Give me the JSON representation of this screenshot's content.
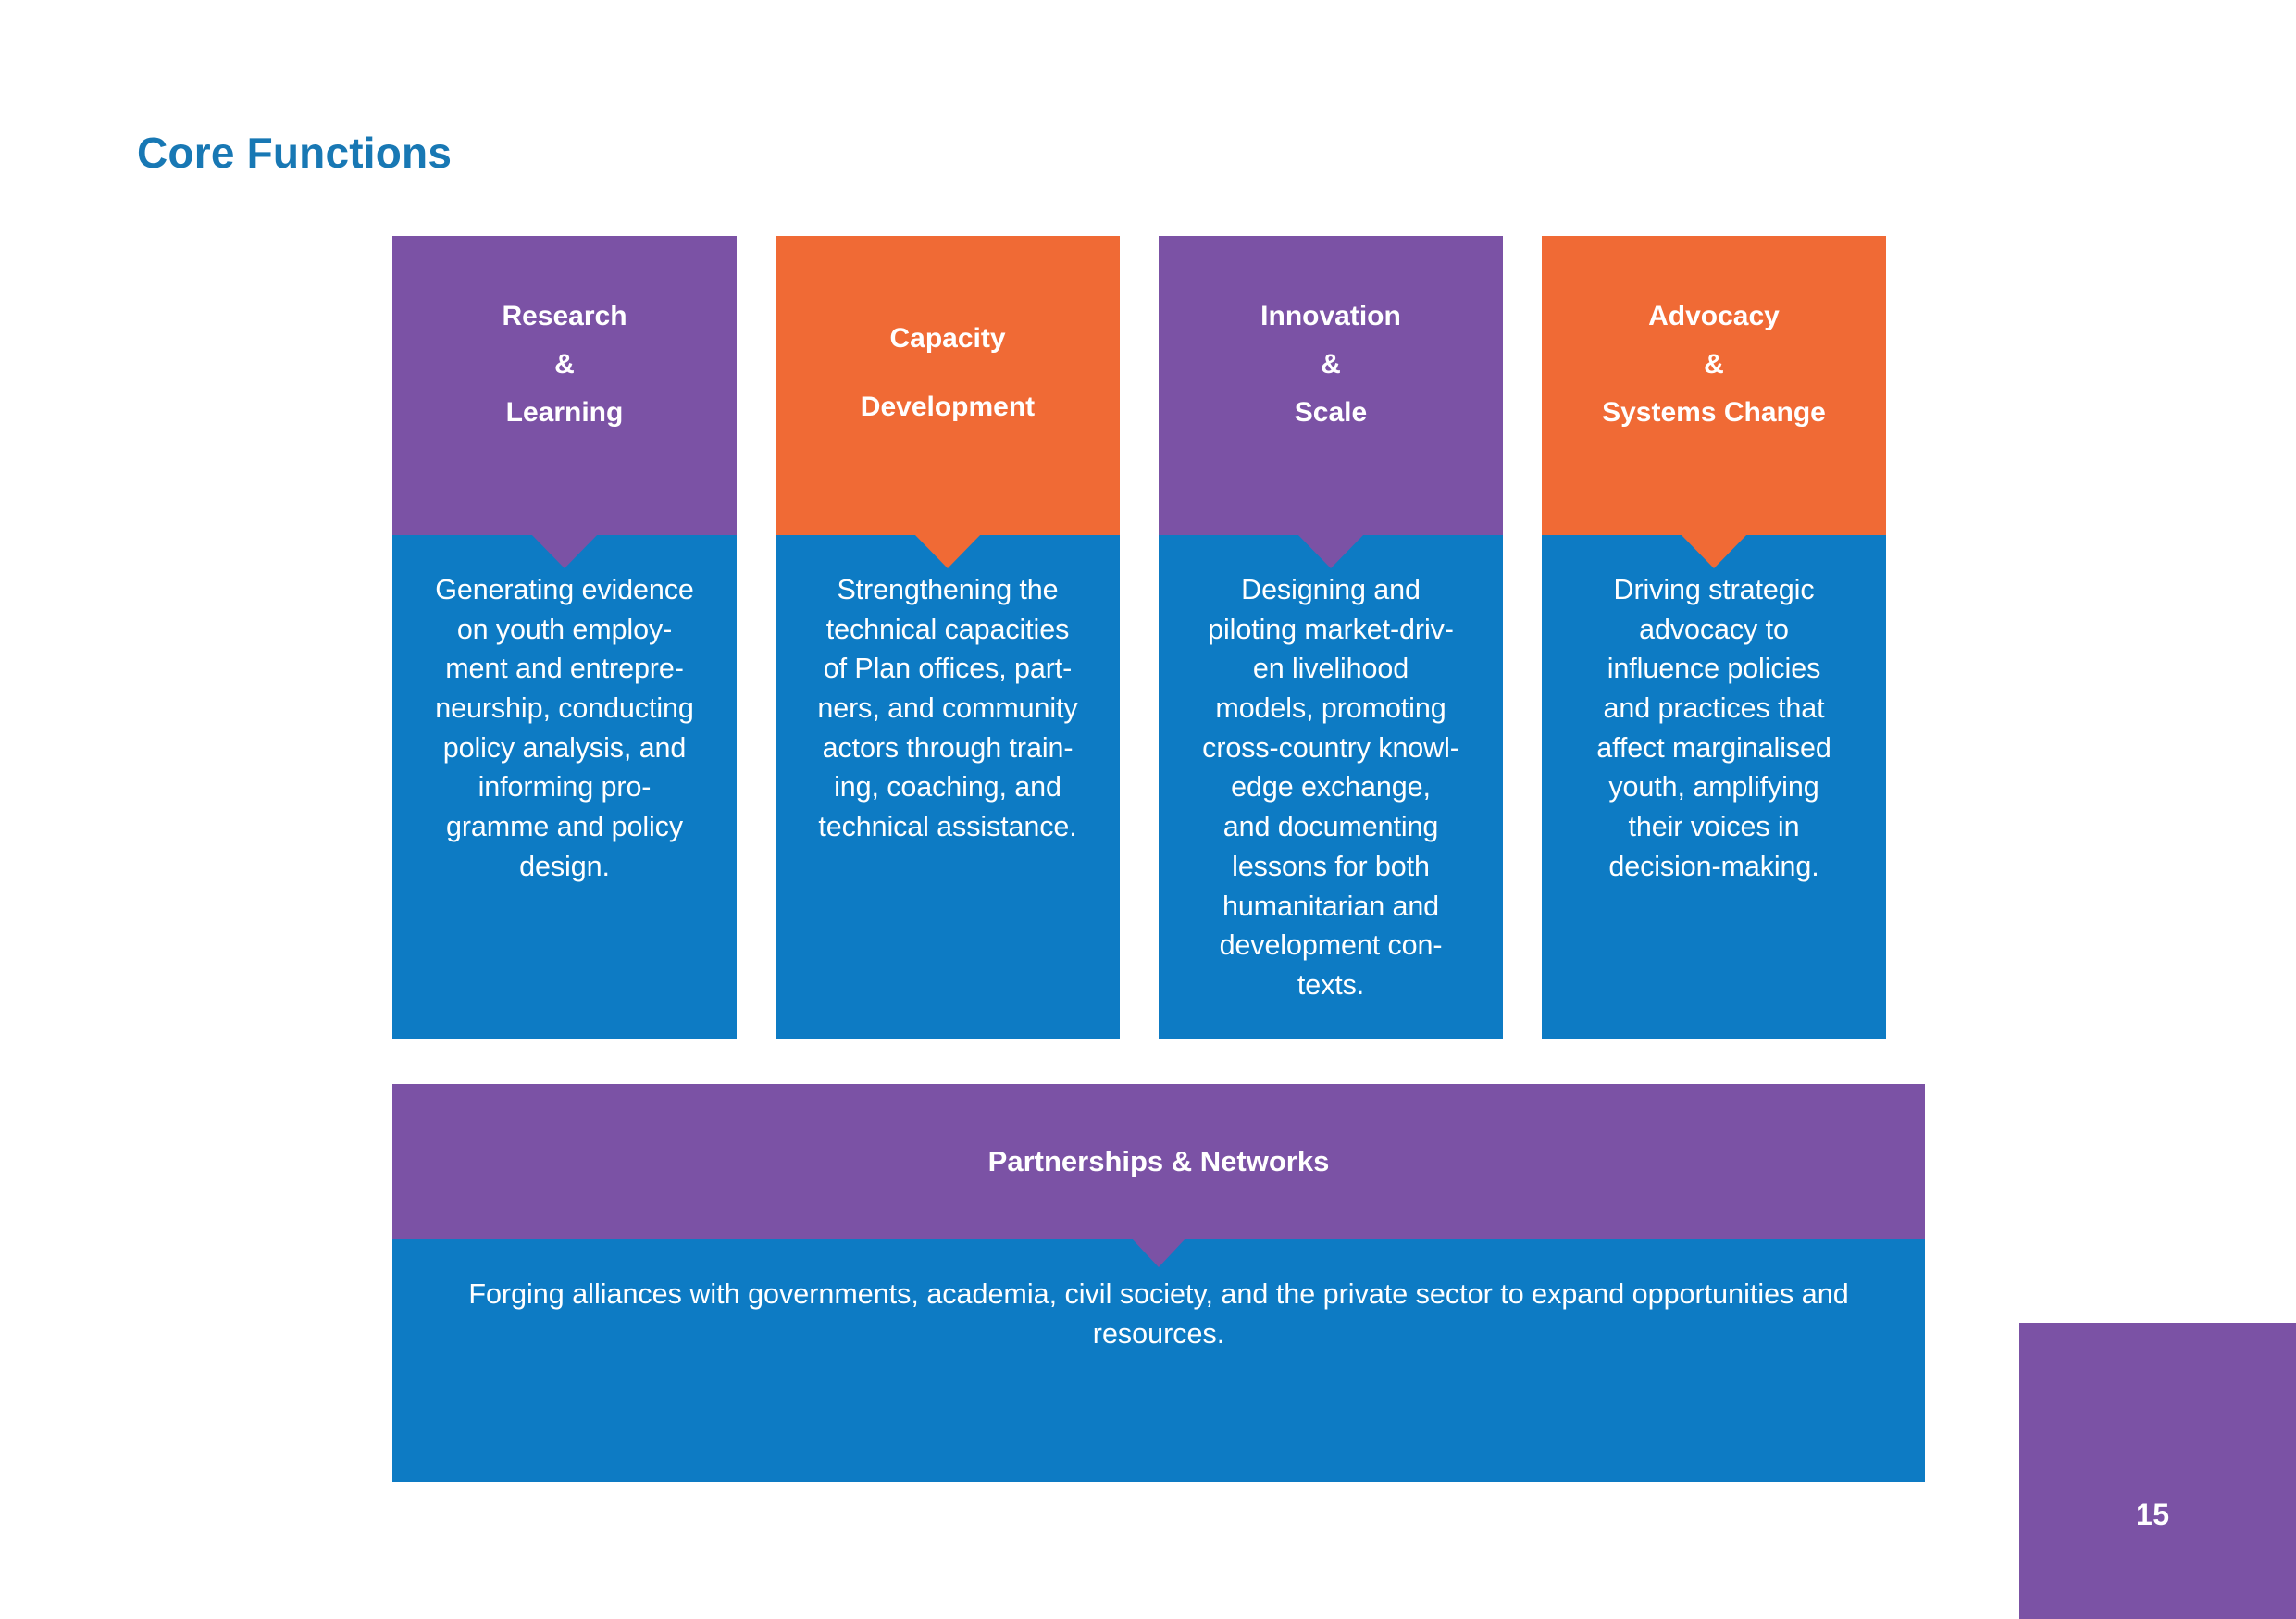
{
  "slide": {
    "title": "Core Functions",
    "page_number": "15"
  },
  "colors": {
    "title_blue": "#1878B4",
    "body_blue": "#0D7BC4",
    "purple": "#7B52A5",
    "orange": "#F06A35",
    "text_white": "#FFFFFF",
    "background": "#FFFFFF"
  },
  "columns": [
    {
      "header_lines": [
        "Research",
        "&",
        "Learning"
      ],
      "header_color": "#7B52A5",
      "body": "Generating evidence\non youth employ-\nment and entrepre-\nneurship, conducting\npolicy analysis, and\ninforming pro-\ngramme and policy\ndesign."
    },
    {
      "header_lines": [
        "Capacity",
        "Development"
      ],
      "header_color": "#F06A35",
      "body": "Strengthening the\ntechnical capacities\nof Plan offices, part-\nners, and community\nactors through train-\ning, coaching, and\ntechnical assistance."
    },
    {
      "header_lines": [
        "Innovation",
        "&",
        "Scale"
      ],
      "header_color": "#7B52A5",
      "body": "Designing and\npiloting market-driv-\nen livelihood\nmodels, promoting\ncross-country knowl-\nedge exchange,\nand documenting\nlessons for both\nhumanitarian and\ndevelopment con-\ntexts."
    },
    {
      "header_lines": [
        "Advocacy",
        "&",
        "Systems Change"
      ],
      "header_color": "#F06A35",
      "body": "Driving strategic\nadvocacy to\ninfluence policies\nand practices that\naffect marginalised\nyouth, amplifying\ntheir voices in\ndecision-making."
    }
  ],
  "band": {
    "title": "Partnerships & Networks",
    "header_color": "#7B52A5",
    "body": "Forging alliances with governments, academia, civil society, and the private sector to expand opportunities and resources."
  }
}
